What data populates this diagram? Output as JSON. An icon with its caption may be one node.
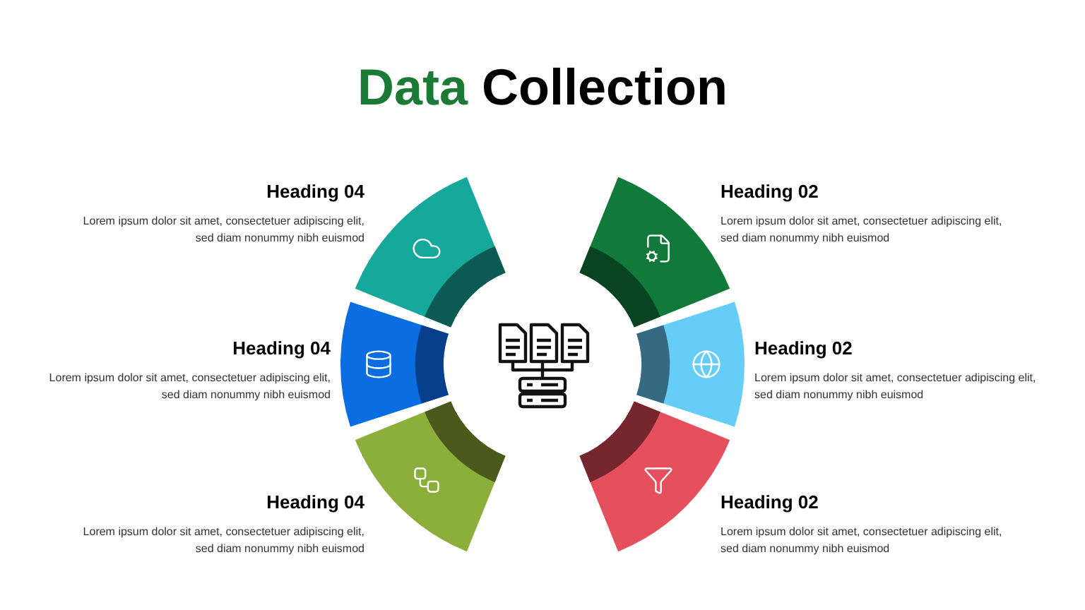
{
  "diagram": {
    "title": "Data Collection",
    "nodes": [
      {
        "text": [],
        "shape": "sector",
        "beside": [
          "Heading 04",
          "Lorem ipsum dolor sit amet, consectetuer adipiscing elit, sed diam nonummy  nibh euismod"
        ]
      },
      {
        "text": [],
        "shape": "sector",
        "beside": [
          "Heading 02",
          "Lorem ipsum dolor sit amet, consectetuer adipiscing elit, sed diam nonummy  nibh euismod"
        ]
      },
      {
        "text": [],
        "shape": "sector",
        "beside": [
          "Heading 04",
          "Lorem ipsum dolor sit amet, consectetuer adipiscing elit, sed diam nonummy  nibh euismod"
        ]
      },
      {
        "text": [],
        "shape": "sector",
        "beside": [
          "Heading 02",
          "Lorem ipsum dolor sit amet, consectetuer adipiscing elit, sed diam nonummy  nibh euismod"
        ]
      },
      {
        "text": [],
        "shape": "sector",
        "beside": [
          "Heading 04",
          "Lorem ipsum dolor sit amet, consectetuer adipiscing elit, sed diam nonummy  nibh euismod"
        ]
      },
      {
        "text": [],
        "shape": "sector",
        "beside": [
          "Heading 02",
          "Lorem ipsum dolor sit amet, consectetuer adipiscing elit, sed diam nonummy  nibh euismod"
        ]
      },
      {
        "text": [],
        "shape": "picture"
      }
    ]
  }
}
